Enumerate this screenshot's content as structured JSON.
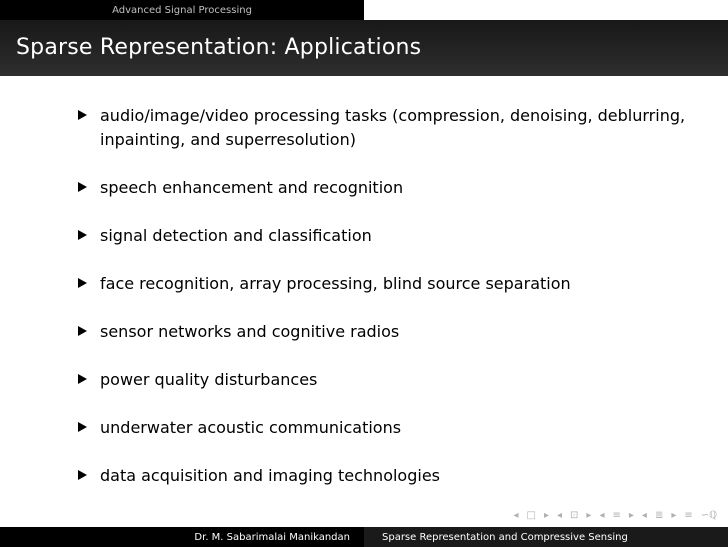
{
  "header": {
    "section_title": "Advanced Signal Processing"
  },
  "slide": {
    "title": "Sparse Representation: Applications",
    "items": [
      "audio/image/video processing tasks (compression, denoising, deblurring, inpainting, and superresolution)",
      "speech enhancement and recognition",
      "signal detection and classification",
      "face recognition, array processing, blind source separation",
      "sensor networks and cognitive radios",
      "power quality disturbances",
      "underwater acoustic communications",
      "data acquisition and imaging technologies"
    ]
  },
  "nav": {
    "icons": [
      "nav-prev-slide",
      "nav-next-slide",
      "nav-prev-frame",
      "nav-next-frame",
      "nav-prev-section",
      "nav-next-section",
      "nav-prev-subsection",
      "nav-next-subsection",
      "nav-align",
      "nav-search"
    ],
    "glyphs": {
      "prev": "◂",
      "frame": "□",
      "next": "▸",
      "frame_alt": "⊡",
      "section": "≡",
      "subsection": "≣",
      "align": "≡",
      "search": "∽ℚ"
    }
  },
  "footer": {
    "author": "Dr. M. Sabarimalai Manikandan",
    "title": "Sparse Representation and Compressive Sensing"
  },
  "colors": {
    "title_bar": "#232323",
    "header_left": "#000000",
    "footer_left": "#000000",
    "footer_right": "#1a1a1a",
    "nav_icon": "#b0b0b0"
  }
}
